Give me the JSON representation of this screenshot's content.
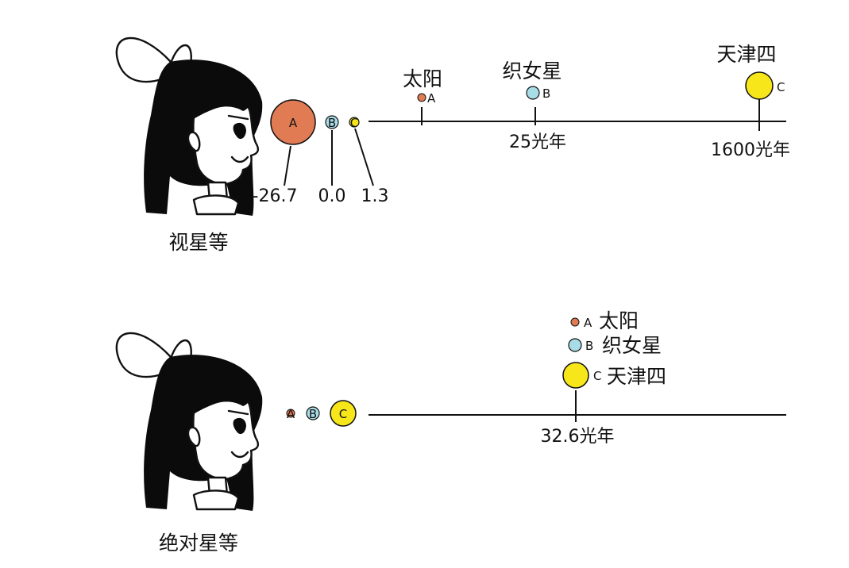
{
  "colors": {
    "sun": "#e07b54",
    "vega": "#a8dce6",
    "deneb": "#f6e61a",
    "ink": "#111111",
    "hair": "#0b0b0b"
  },
  "icons": {
    "girl": "girl-observer-icon",
    "star": "star-circle-icon"
  },
  "panel_top": {
    "caption": "视星等",
    "near": [
      {
        "letter": "A",
        "magnitude": "-26.7",
        "color_key": "sun"
      },
      {
        "letter": "B",
        "magnitude": "0.0",
        "color_key": "vega"
      },
      {
        "letter": "C",
        "magnitude": "1.3",
        "color_key": "deneb"
      }
    ],
    "stars": [
      {
        "name": "太阳",
        "letter": "A",
        "color_key": "sun"
      },
      {
        "name": "织女星",
        "letter": "B",
        "distance_label": "25光年",
        "color_key": "vega"
      },
      {
        "name": "天津四",
        "letter": "C",
        "distance_label": "1600光年",
        "color_key": "deneb"
      }
    ]
  },
  "panel_bottom": {
    "caption": "绝对星等",
    "near": [
      {
        "letter": "A",
        "color_key": "sun"
      },
      {
        "letter": "B",
        "color_key": "vega"
      },
      {
        "letter": "C",
        "color_key": "deneb"
      }
    ],
    "distance_label": "32.6光年",
    "stars": [
      {
        "name": "太阳",
        "letter": "A",
        "color_key": "sun"
      },
      {
        "name": "织女星",
        "letter": "B",
        "color_key": "vega"
      },
      {
        "name": "天津四",
        "letter": "C",
        "color_key": "deneb"
      }
    ]
  }
}
